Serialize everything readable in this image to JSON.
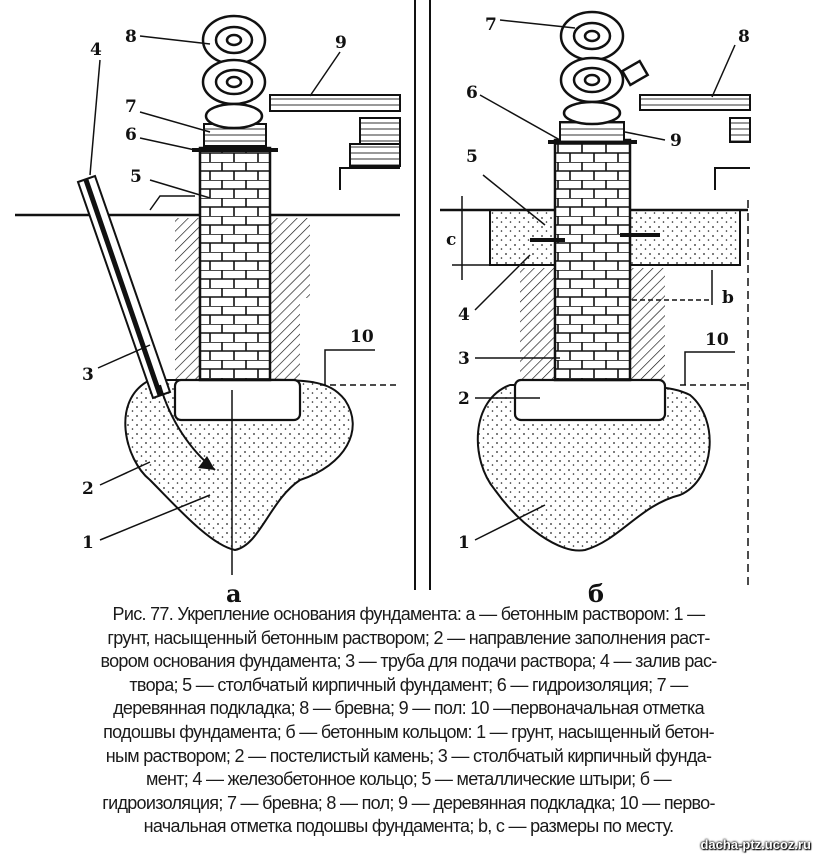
{
  "figure": {
    "panel_a": {
      "letter": "а",
      "labels": {
        "l8": "8",
        "l9": "9",
        "l7": "7",
        "l6": "6",
        "l4": "4",
        "l5": "5",
        "l3": "3",
        "l2": "2",
        "l1": "1",
        "l10": "10"
      }
    },
    "panel_b": {
      "letter": "б",
      "labels": {
        "l7": "7",
        "l8": "8",
        "l6": "6",
        "l9": "9",
        "l5": "5",
        "lc": "c",
        "l4": "4",
        "lb": "b",
        "l3": "3",
        "l10": "10",
        "l2": "2",
        "l1": "1"
      }
    }
  },
  "caption": {
    "lines": [
      "Рис. 77. Укрепление основания фундамента: а — бетонным раствором: 1 —",
      "грунт, насыщенный бетонным раствором; 2 — направление заполнения раст-",
      "вором основания фундамента; 3 — труба для подачи раствора; 4 — залив рас-",
      "твора; 5 — столбчатый кирпичный фундамент; 6 — гидроизоляция; 7 —",
      "деревянная подкладка; 8 — бревна; 9 — пол: 10 —первоначальная отметка",
      "подошвы фундамента; б — бетонным кольцом: 1 — грунт, насыщенный бетон-",
      "ным раствором; 2 — постелистый камень; 3 — столбчатый кирпичный фунда-",
      "мент; 4 — железобетонное кольцо; 5 — металлические штыри; б —",
      "гидроизоляция; 7 — бревна; 8 — пол; 9 — деревянная подкладка; 10 — перво-",
      "начальная отметка подошвы фундамента; b, c — размеры по месту."
    ]
  },
  "watermark": "dacha-ptz.ucoz.ru"
}
